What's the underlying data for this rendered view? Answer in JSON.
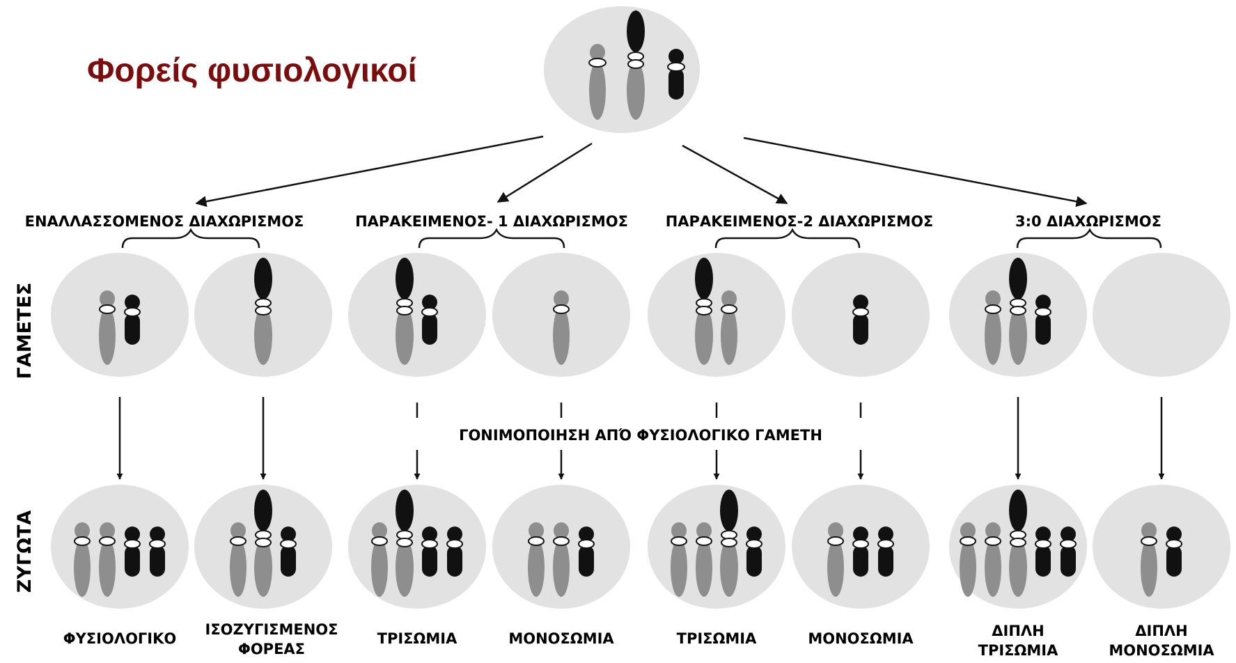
{
  "title": "Φορείς φυσιολογικοί",
  "segregation_types": [
    {
      "label": "ΕΝΑΛΛΑΣΣΟΜΕΝΟΣ ΔΙΑΧΩΡΙΣΜΟΣ"
    },
    {
      "label": "ΠΑΡΑΚΕΙΜΕΝΟΣ- 1 ΔΙΑΧΩΡΙΣΜΟΣ"
    },
    {
      "label": "ΠΑΡΑΚΕΙΜΕΝΟΣ-2 ΔΙΑΧΩΡΙΣΜΟΣ"
    },
    {
      "label": "3:0 ΔΙΑΧΩΡΙΣΜΟΣ"
    }
  ],
  "row_labels": {
    "gametes": "ΓΑΜΕΤΕΣ",
    "zygotes": "ΖΥΓΩΤΑ"
  },
  "fertilization_label": "ΓΟΝΙΜΟΠΟΙΗΣΗ ΑΠΌ ΦΥΣΙΟΛΟΓΙΚΟ ΓΑΜΕΤΗ",
  "outcomes": [
    {
      "line1": "ΦΥΣΙΟΛΟΓΙΚΟ",
      "line2": ""
    },
    {
      "line1": "ΙΣΟΖΥΓΙΣΜΕΝΟΣ",
      "line2": "ΦΟΡΕΑΣ"
    },
    {
      "line1": "ΤΡΙΣΩΜΙΑ",
      "line2": ""
    },
    {
      "line1": "ΜΟΝΟΣΩΜΙΑ",
      "line2": ""
    },
    {
      "line1": "ΤΡΙΣΩΜΙΑ",
      "line2": ""
    },
    {
      "line1": "ΜΟΝΟΣΩΜΙΑ",
      "line2": ""
    },
    {
      "line1": "ΔΙΠΛΗ",
      "line2": "ΤΡΙΣΩΜΙΑ"
    },
    {
      "line1": "ΔΙΠΛΗ",
      "line2": "ΜΟΝΟΣΩΜΙΑ"
    }
  ],
  "chromosome_kinds": [
    "gray-small",
    "translocation-long",
    "black-small"
  ],
  "gametes": [
    [
      "gray-small",
      "black-small"
    ],
    [
      "translocation-long"
    ],
    [
      "translocation-long",
      "black-small"
    ],
    [
      "gray-small"
    ],
    [
      "translocation-long",
      "gray-small"
    ],
    [
      "black-small"
    ],
    [
      "gray-small",
      "translocation-long",
      "black-small"
    ],
    []
  ],
  "zygotes": [
    [
      "gray-small",
      "gray-small",
      "black-small",
      "black-small"
    ],
    [
      "gray-small",
      "translocation-long",
      "black-small"
    ],
    [
      "gray-small",
      "translocation-long",
      "black-small",
      "black-small"
    ],
    [
      "gray-small",
      "gray-small",
      "black-small"
    ],
    [
      "gray-small",
      "gray-small",
      "translocation-long",
      "black-small"
    ],
    [
      "gray-small",
      "black-small",
      "black-small"
    ],
    [
      "gray-small",
      "gray-small",
      "translocation-long",
      "black-small",
      "black-small"
    ],
    [
      "gray-small",
      "black-small"
    ]
  ],
  "colors": {
    "cell": "#e2e2e2",
    "chromosome_gray": "#8e8e8e",
    "chromosome_black": "#111111",
    "title": "#7a0d0d",
    "centromere": "#ffffff"
  },
  "icons": [
    "arrow-icon",
    "brace-icon",
    "dashed-arrow-icon"
  ]
}
